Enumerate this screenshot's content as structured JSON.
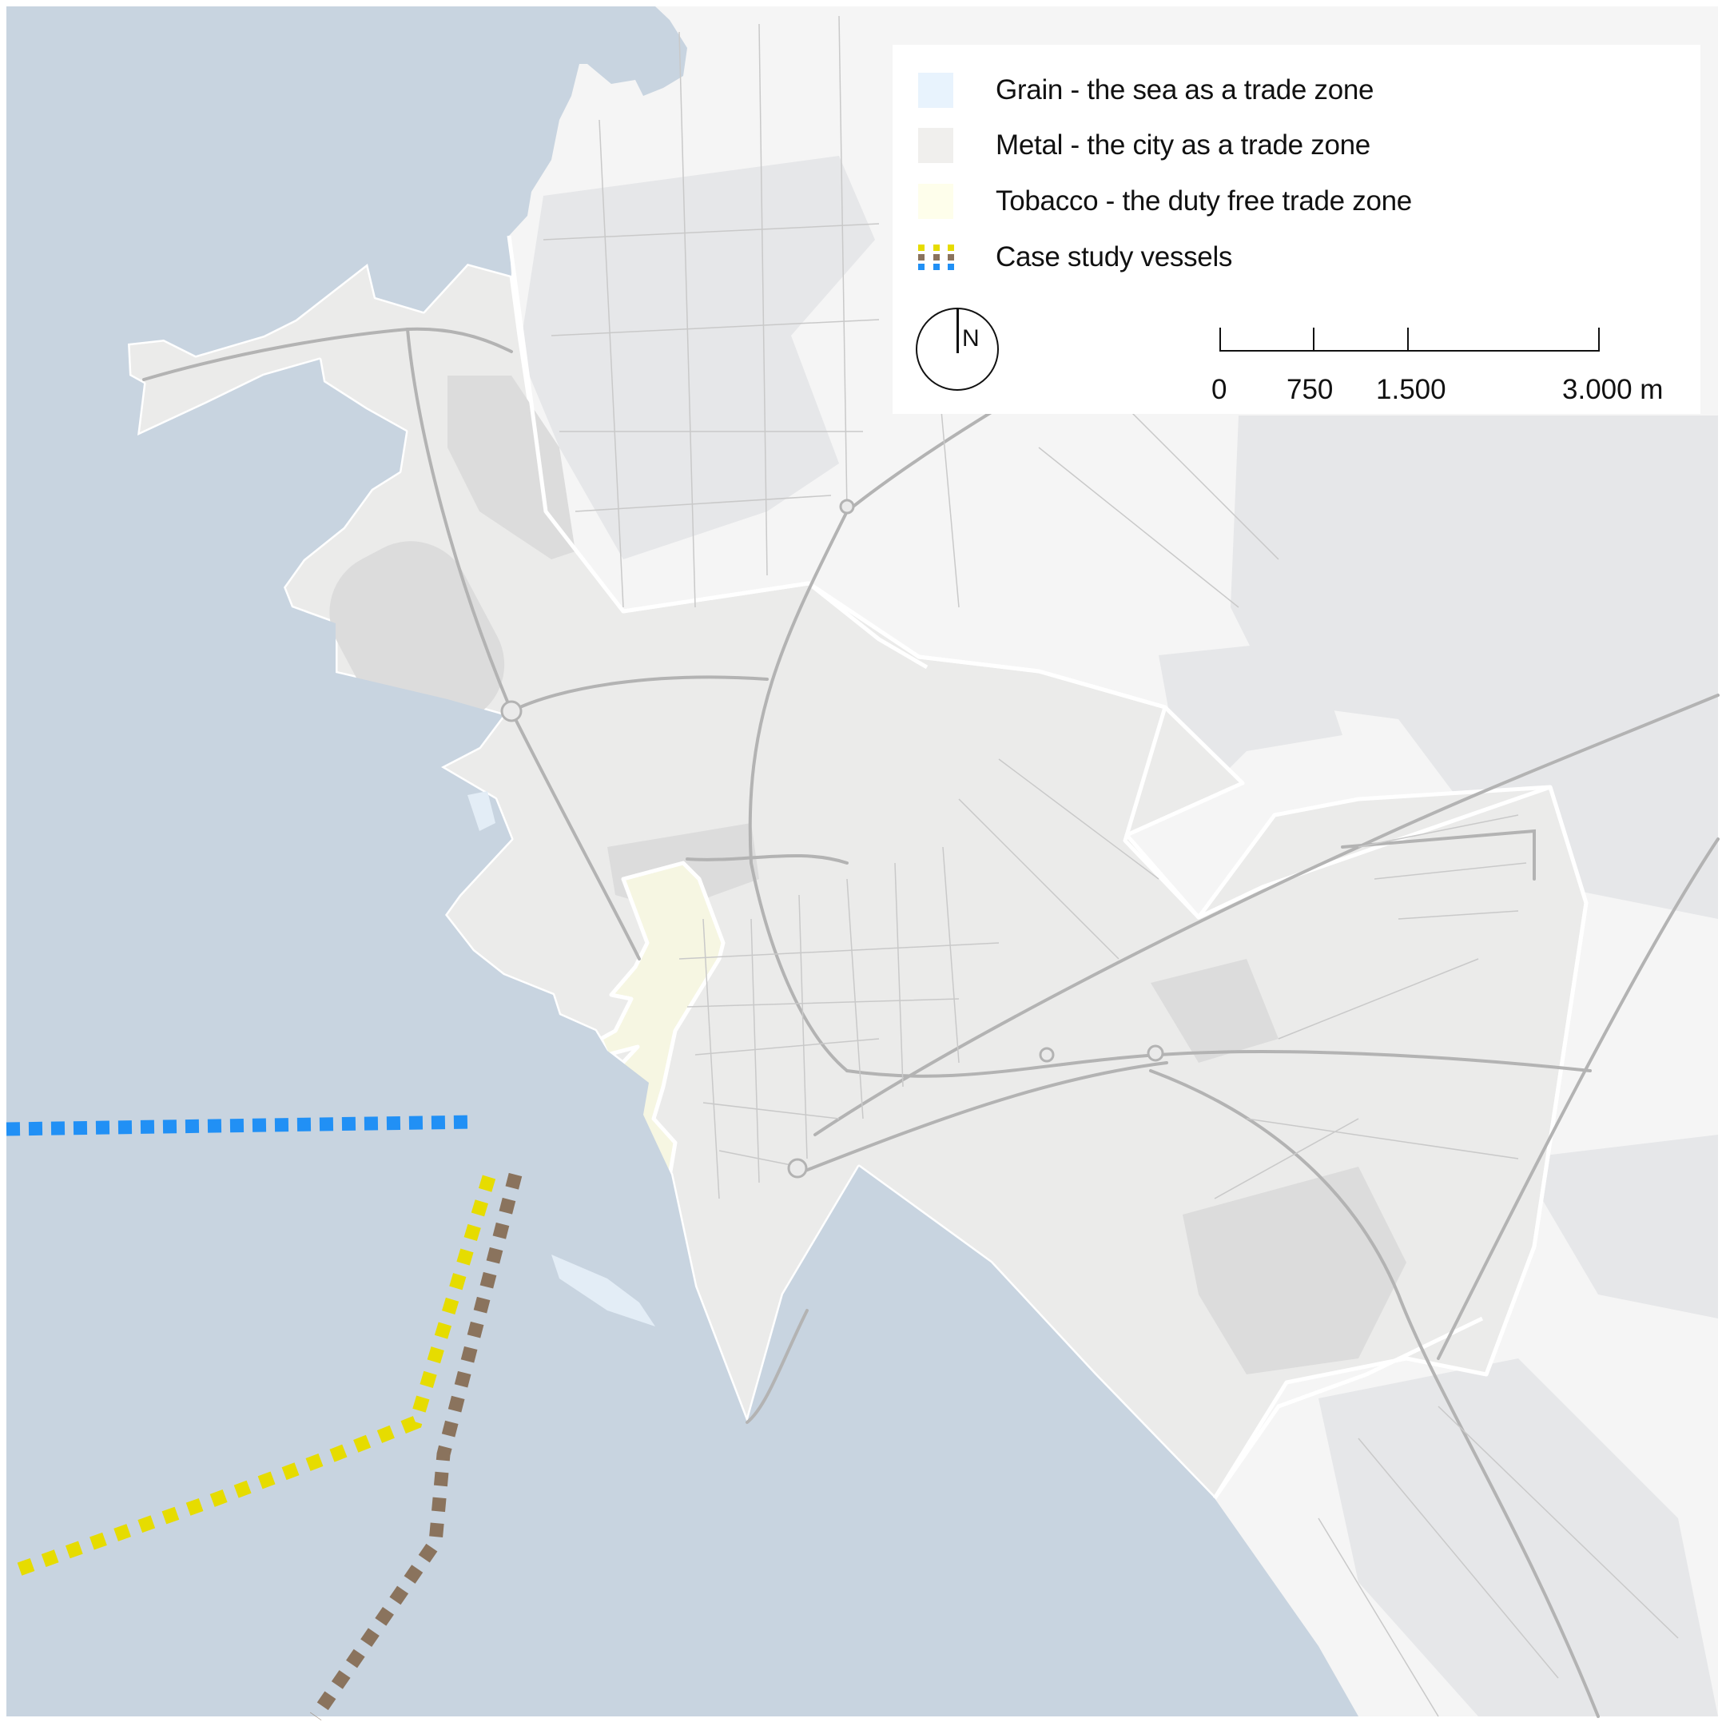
{
  "map": {
    "colors": {
      "sea": "#c8d4e0",
      "grain_zone": "#e8f3fd",
      "metal_zone": "#ebebea",
      "metal_zone_dark": "#dcdcdc",
      "tobacco_zone": "#f6f6e2",
      "outer_land": "#f5f5f5",
      "outer_land_dark": "#e6e7e9",
      "roads": "#b8b8b8",
      "zone_border": "#ffffff",
      "vessel_blue": "#2190f5",
      "vessel_yellow": "#e6dc00",
      "vessel_brown": "#8a735d"
    }
  },
  "legend": {
    "items": [
      {
        "label": "Grain - the sea as a trade zone",
        "color": "#e8f3fd"
      },
      {
        "label": "Metal - the city as a trade zone",
        "color": "#f0efed"
      },
      {
        "label": "Tobacco - the duty free trade zone",
        "color": "#fefeeb"
      },
      {
        "label": "Case study vessels",
        "colors": [
          "#e6dc00",
          "#8a735d",
          "#2190f5"
        ]
      }
    ],
    "north_arrow": {
      "label": "N",
      "icon": "north-arrow-icon"
    },
    "scale_bar": {
      "labels": [
        "0",
        "750",
        "1.500",
        "3.000 m"
      ],
      "unit": "m"
    }
  },
  "vessels": [
    {
      "name": "blue vessel route",
      "color": "#2190f5"
    },
    {
      "name": "yellow vessel route",
      "color": "#e6dc00"
    },
    {
      "name": "brown vessel route",
      "color": "#8a735d"
    }
  ]
}
